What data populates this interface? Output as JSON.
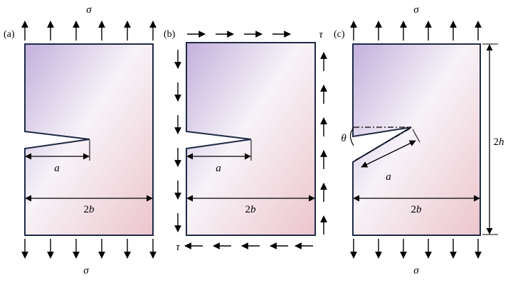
{
  "panels": {
    "a": {
      "tag": "(a)",
      "top_load": "σ",
      "bottom_load": "σ",
      "crack_len": "a",
      "width_lbl": "2b"
    },
    "b": {
      "tag": "(b)",
      "top_shear": "τ",
      "bottom_shear": "τ",
      "crack_len": "a",
      "width_lbl": "2b"
    },
    "c": {
      "tag": "(c)",
      "top_load": "σ",
      "bottom_load": "σ",
      "angle": "θ",
      "crack_len": "a",
      "width_lbl": "2b",
      "height_lbl": "2h"
    }
  },
  "colors": {
    "plate_top": "#c2b0dc",
    "plate_mid": "#f7f3f8",
    "plate_bottom": "#ecc5cc",
    "outline": "#1f2a44",
    "arrow": "#000000"
  }
}
